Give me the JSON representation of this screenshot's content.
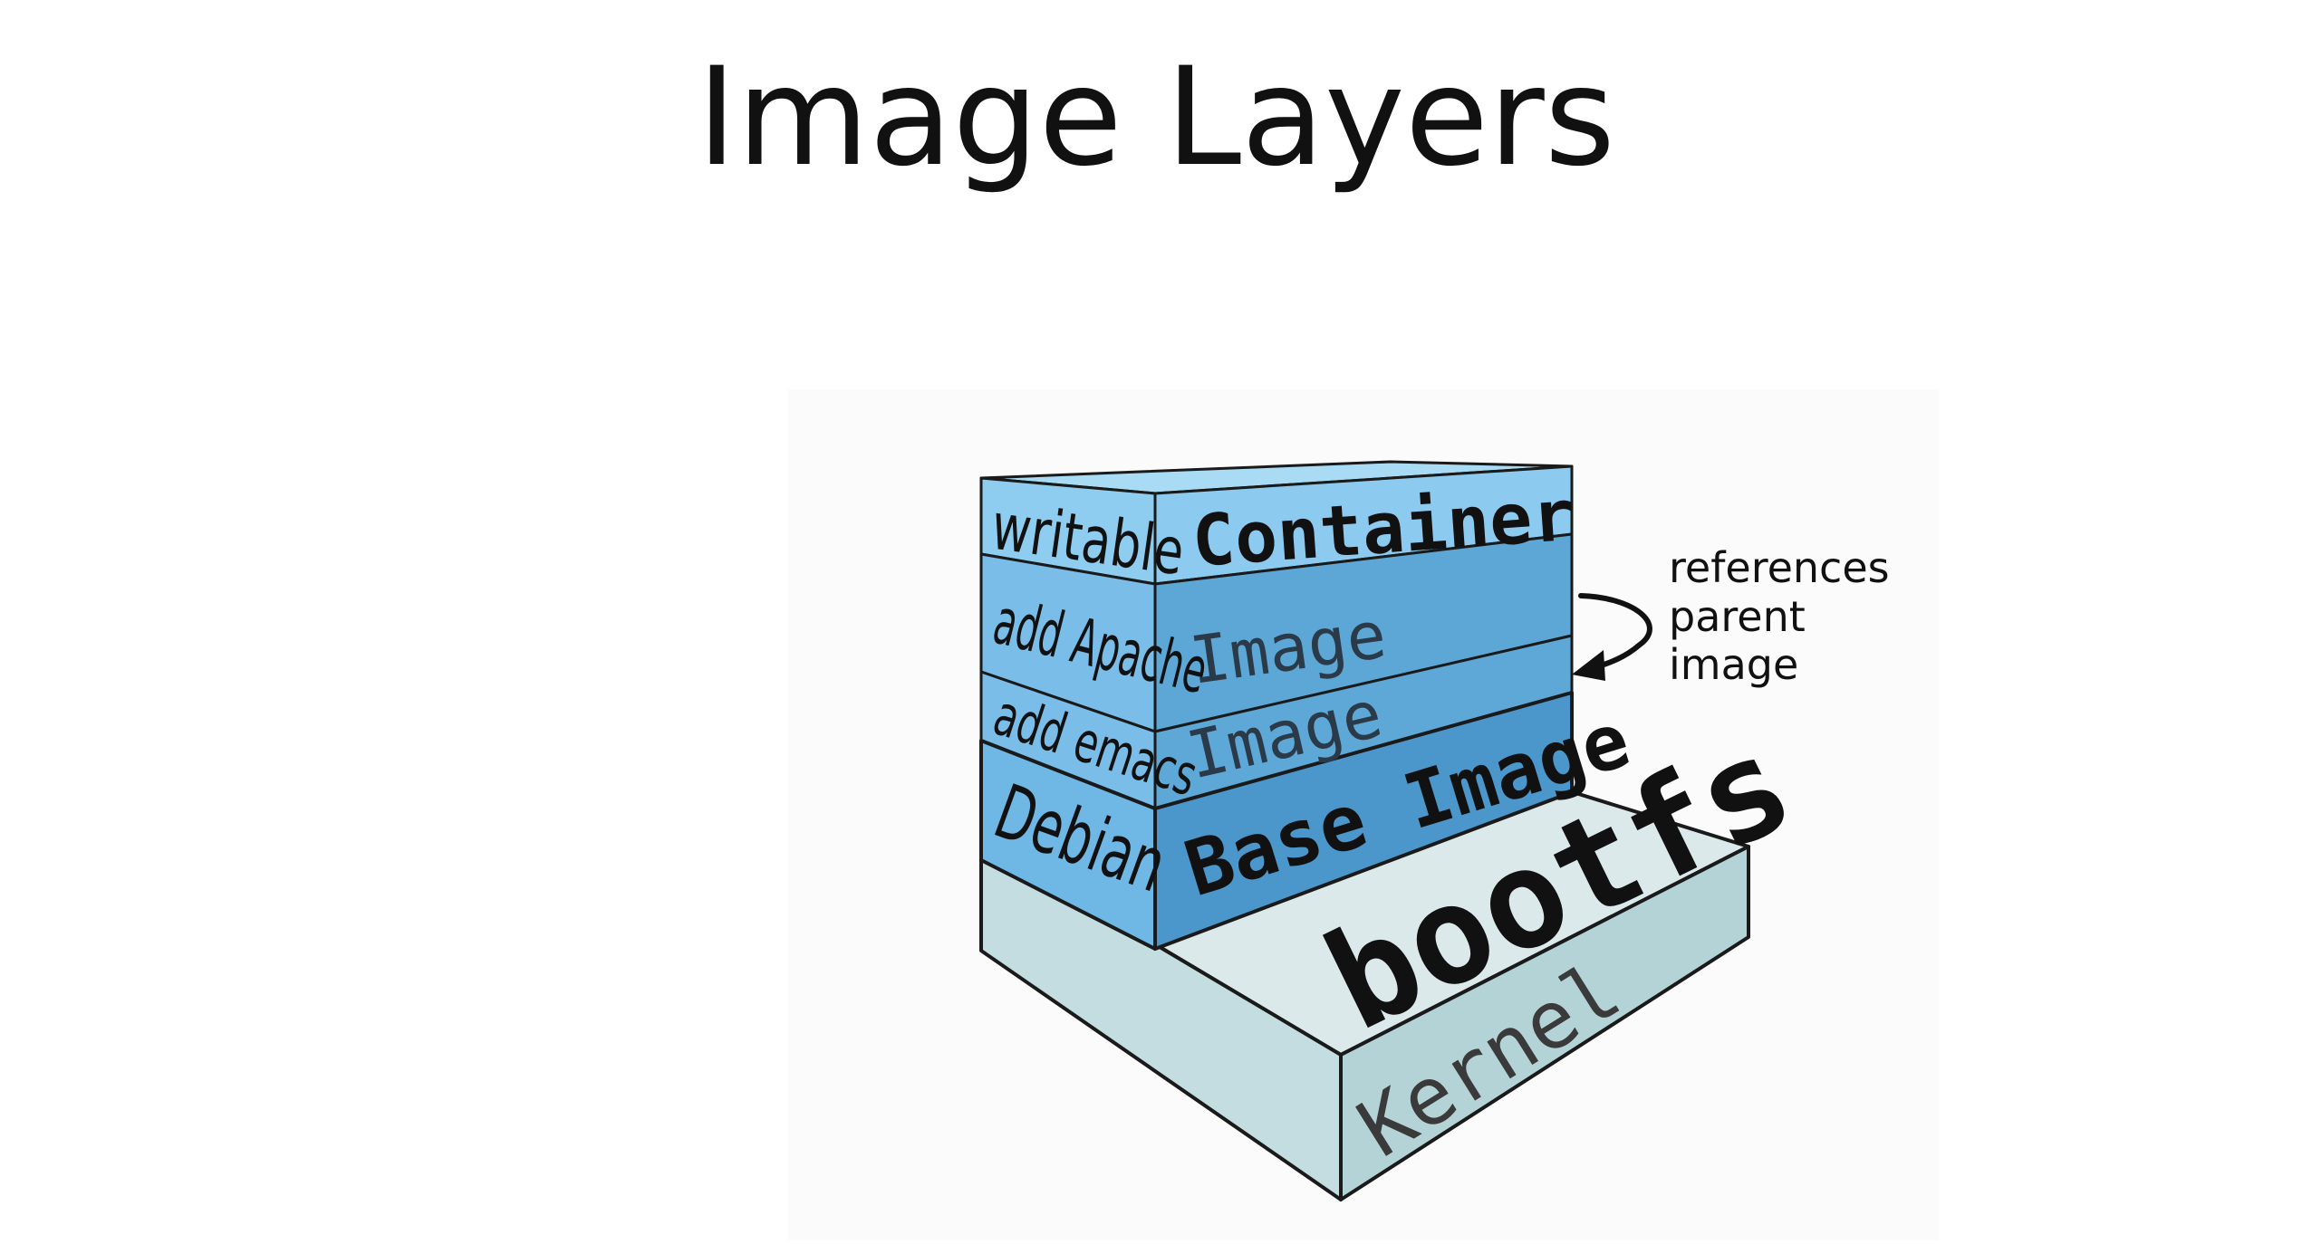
{
  "slide": {
    "title": "Image Layers"
  },
  "diagram": {
    "layers": [
      {
        "side_label": "writable",
        "face_label": "Container"
      },
      {
        "side_label": "add Apache",
        "face_label": "Image"
      },
      {
        "side_label": "add emacs",
        "face_label": "Image"
      },
      {
        "side_label": "Debian",
        "face_label": "Base Image"
      }
    ],
    "bootfs_label": "bootfs",
    "kernel_label": "Kernel",
    "annotation": {
      "line1": "references",
      "line2": "parent",
      "line3": "image"
    },
    "colors": {
      "container": "#8ccbef",
      "image_layer": "#5da7d6",
      "base_layer": "#4b97cc",
      "side_face": "#79bde8",
      "kernel": "#c3dde0",
      "outline": "#1a1a1a"
    },
    "icons": {
      "annotation_arrow": "curved-arrow-icon"
    }
  }
}
